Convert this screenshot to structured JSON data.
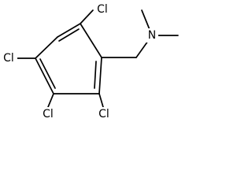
{
  "molecule": {
    "atoms": {
      "cl_top": "Cl",
      "cl_left": "Cl",
      "cl_bottom_left": "Cl",
      "cl_bottom_right": "Cl",
      "nitrogen": "N"
    },
    "colors": {
      "bond": "#000000",
      "label": "#000000",
      "background": "#ffffff"
    }
  }
}
